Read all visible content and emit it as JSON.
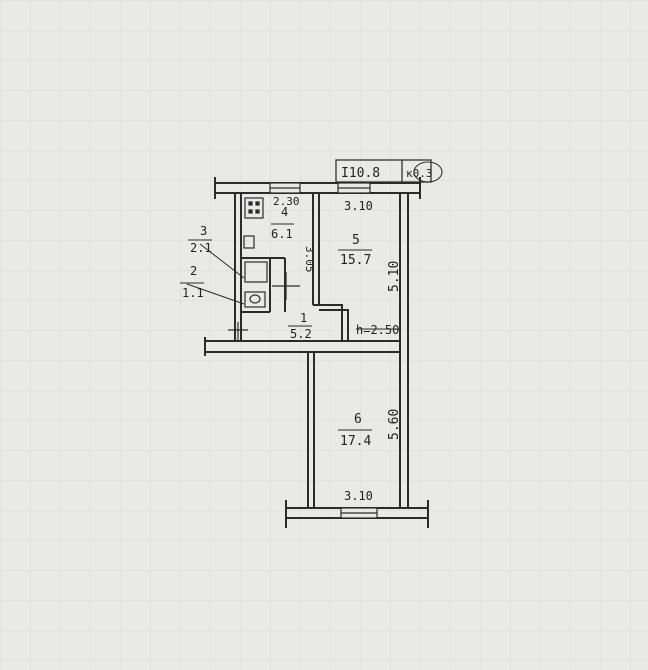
{
  "stamp": {
    "code": "I10.8",
    "ratio": "к0.3"
  },
  "rooms": [
    {
      "num": "1",
      "area": "5.2"
    },
    {
      "num": "2",
      "area": "1.1"
    },
    {
      "num": "3",
      "area": "2.1"
    },
    {
      "num": "4",
      "area": "6.1"
    },
    {
      "num": "5",
      "area": "15.7"
    },
    {
      "num": "6",
      "area": "17.4"
    }
  ],
  "dimensions": {
    "kitchen_width": "2.30",
    "kitchen_depth": "3.05",
    "top_width": "3.10",
    "room5_length": "5.10",
    "room6_length": "5.60",
    "bottom_width": "3.10",
    "ceiling_height": "h=2.50"
  }
}
